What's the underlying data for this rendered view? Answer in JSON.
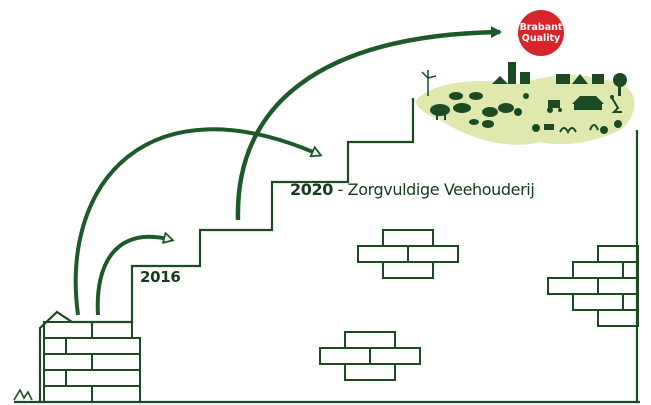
{
  "labels": {
    "stage_2016": "2016",
    "stage_2020_year": "2020",
    "stage_2020_text": " - Zorgvuldige Veehouderij"
  },
  "badge": {
    "line1": "Brabant",
    "line2": "Quality"
  },
  "colors": {
    "line": "#1b4a23",
    "arrow": "#1d5a2a",
    "badge_red": "#d7262b",
    "landscape_green": "#dfe9ad",
    "silhouette": "#1b4a23"
  },
  "icons": [
    "wind-turbine-icon",
    "barn-icon",
    "cow-icon",
    "pig-icon",
    "chicken-icon",
    "tractor-icon",
    "greenhouse-icon",
    "tree-icon",
    "microscope-icon"
  ]
}
